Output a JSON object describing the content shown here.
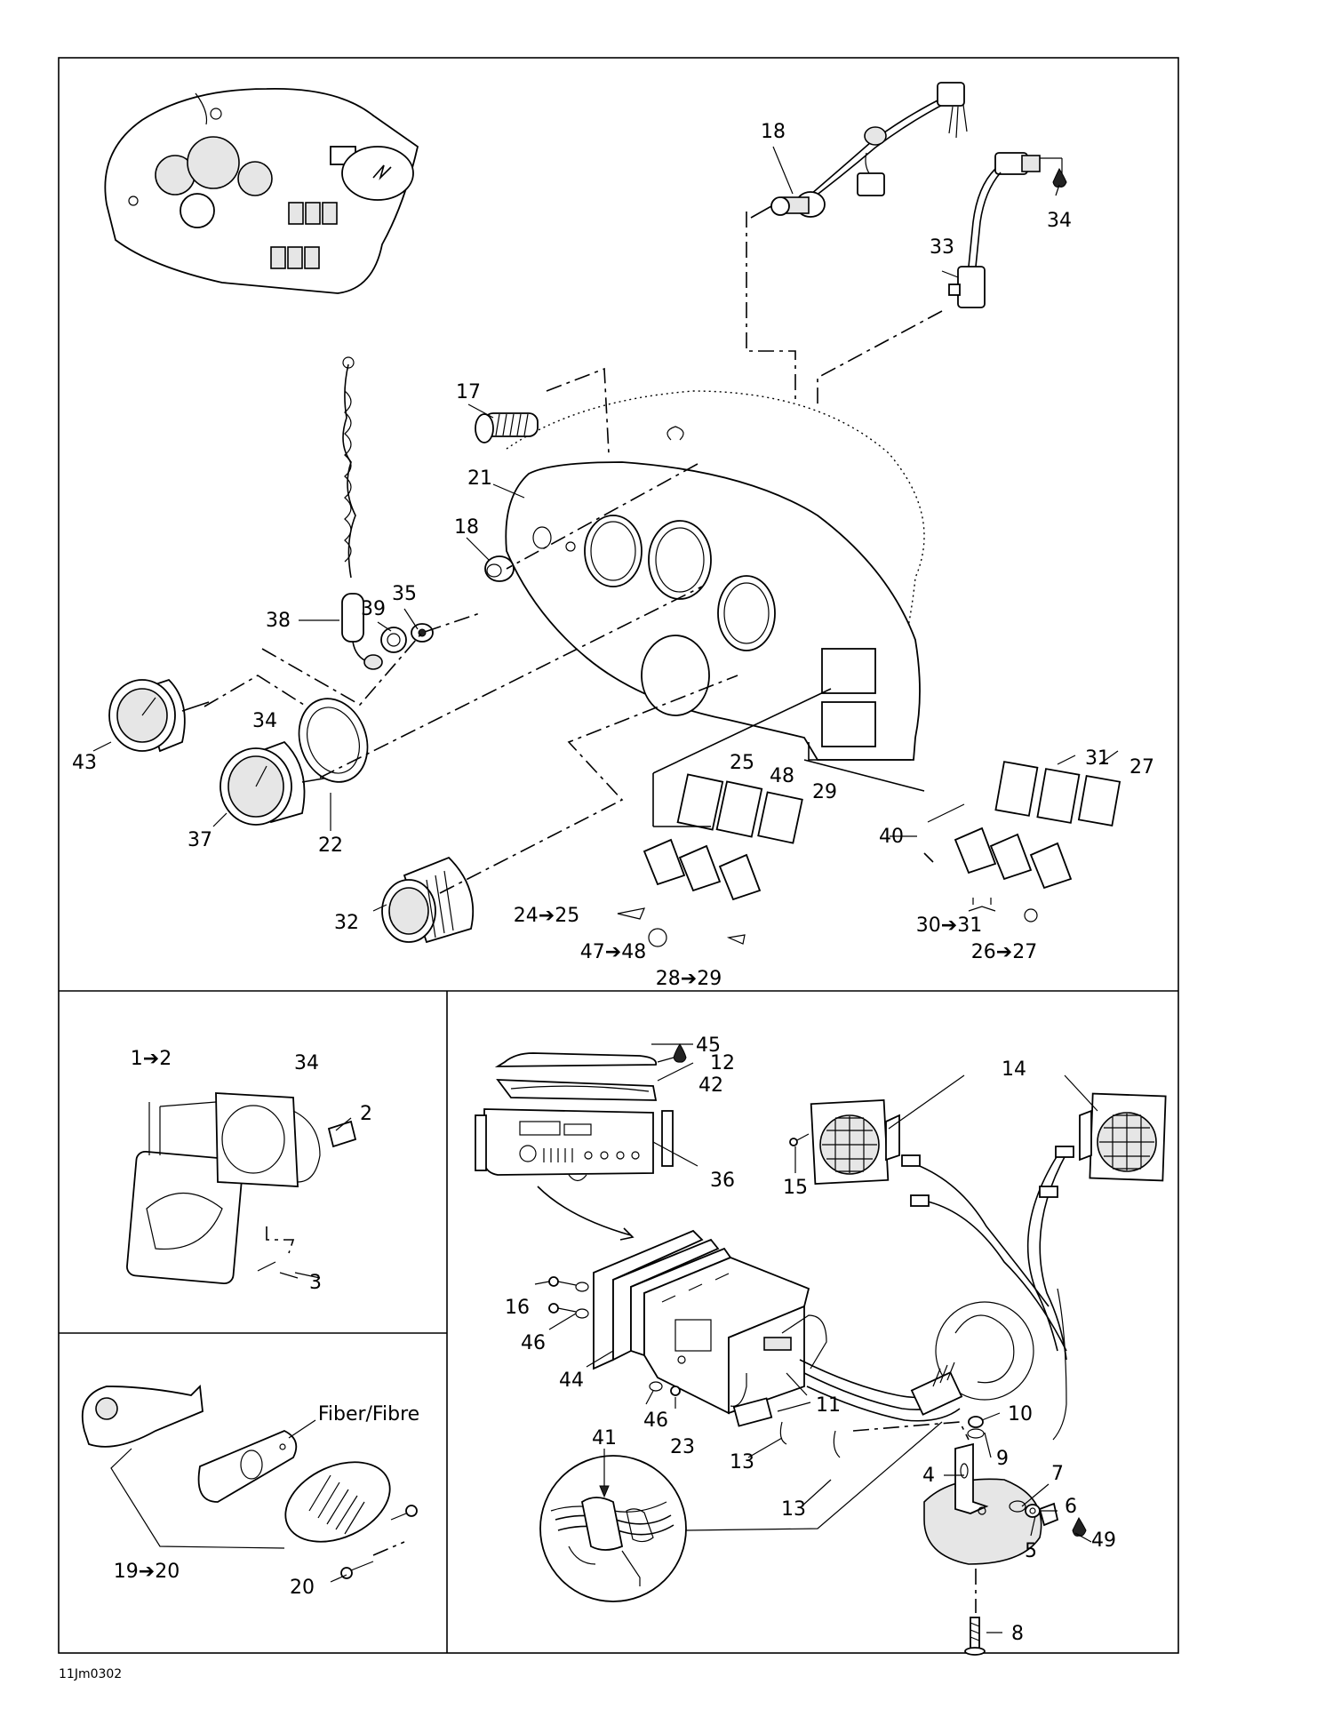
{
  "drawing_ref": "11Jm0302",
  "material_note": "Fiber/Fibre",
  "callouts": {
    "c1_2": "1➔2",
    "c2": "2",
    "c3": "3",
    "c4": "4",
    "c5": "5",
    "c6": "6",
    "c7": "7",
    "c8": "8",
    "c9": "9",
    "c10": "10",
    "c11": "11",
    "c12": "12",
    "c13a": "13",
    "c13b": "13",
    "c14": "14",
    "c15": "15",
    "c16": "16",
    "c17": "17",
    "c18a": "18",
    "c18b": "18",
    "c19_20": "19➔20",
    "c20": "20",
    "c21": "21",
    "c22": "22",
    "c23": "23",
    "c24_25": "24➔25",
    "c25": "25",
    "c26_27": "26➔27",
    "c27": "27",
    "c28_29": "28➔29",
    "c29": "29",
    "c30_31": "30➔31",
    "c31": "31",
    "c32": "32",
    "c33": "33",
    "c34a": "34",
    "c34b": "34",
    "c34c": "34",
    "c35": "35",
    "c36": "36",
    "c37": "37",
    "c38": "38",
    "c39": "39",
    "c40": "40",
    "c41": "41",
    "c42": "42",
    "c43": "43",
    "c44": "44",
    "c45": "45",
    "c46a": "46",
    "c46b": "46",
    "c47_48": "47➔48",
    "c48": "48",
    "c49": "49"
  }
}
